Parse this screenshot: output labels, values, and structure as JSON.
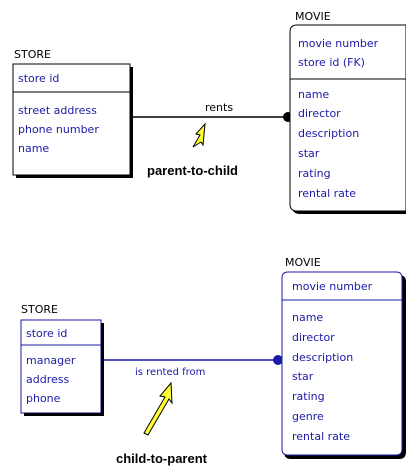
{
  "diagram1": {
    "store": {
      "title": "STORE",
      "key": "store id",
      "attributes": [
        "street address",
        "phone number",
        "name"
      ]
    },
    "movie": {
      "title": "MOVIE",
      "keys": [
        "movie number",
        "store id (FK)"
      ],
      "attributes": [
        "name",
        "director",
        "description",
        "star",
        "rating",
        "rental rate"
      ]
    },
    "relationship": "rents",
    "callout": "parent-to-child"
  },
  "diagram2": {
    "store": {
      "title": "STORE",
      "key": "store id",
      "attributes": [
        "manager",
        "address",
        "phone"
      ]
    },
    "movie": {
      "title": "MOVIE",
      "keys": [
        "movie number"
      ],
      "attributes": [
        "name",
        "director",
        "description",
        "star",
        "rating",
        "genre",
        "rental rate"
      ]
    },
    "relationship": "is rented from",
    "callout": "child-to-parent"
  },
  "colors": {
    "entity_text": "#1a1aa6",
    "box_border_d1": "#000000",
    "box_border_d2": "#1a1aa6",
    "arrow_fill": "#ffff33",
    "line": "#000000"
  },
  "icons": {
    "relationship_end": "filled-circle",
    "callout_arrow": "yellow-arrow-icon"
  }
}
